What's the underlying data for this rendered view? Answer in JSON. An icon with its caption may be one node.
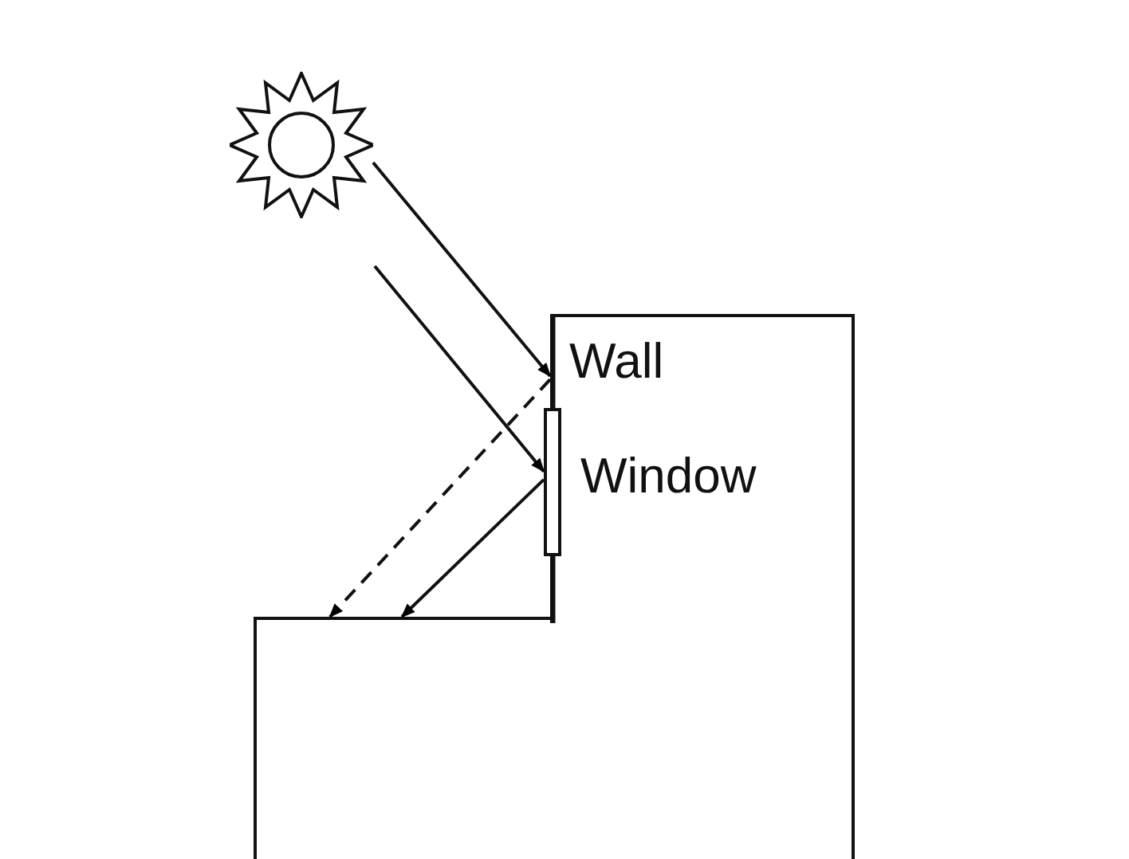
{
  "diagram": {
    "nodes": [
      {
        "text": [],
        "shape": "sun"
      },
      {
        "text": [
          "Wall"
        ]
      },
      {
        "text": [
          "Window"
        ],
        "in": 1
      },
      {
        "text": [],
        "shape": "box"
      }
    ],
    "edges": [
      {
        "from": 0,
        "to": 1,
        "arrow": "to"
      },
      {
        "from": null,
        "to": 2,
        "arrow": "to"
      },
      {
        "from": 1,
        "to": 3,
        "arrow": "to",
        "style": "dashed"
      },
      {
        "from": 2,
        "to": 3,
        "arrow": "to"
      }
    ]
  }
}
